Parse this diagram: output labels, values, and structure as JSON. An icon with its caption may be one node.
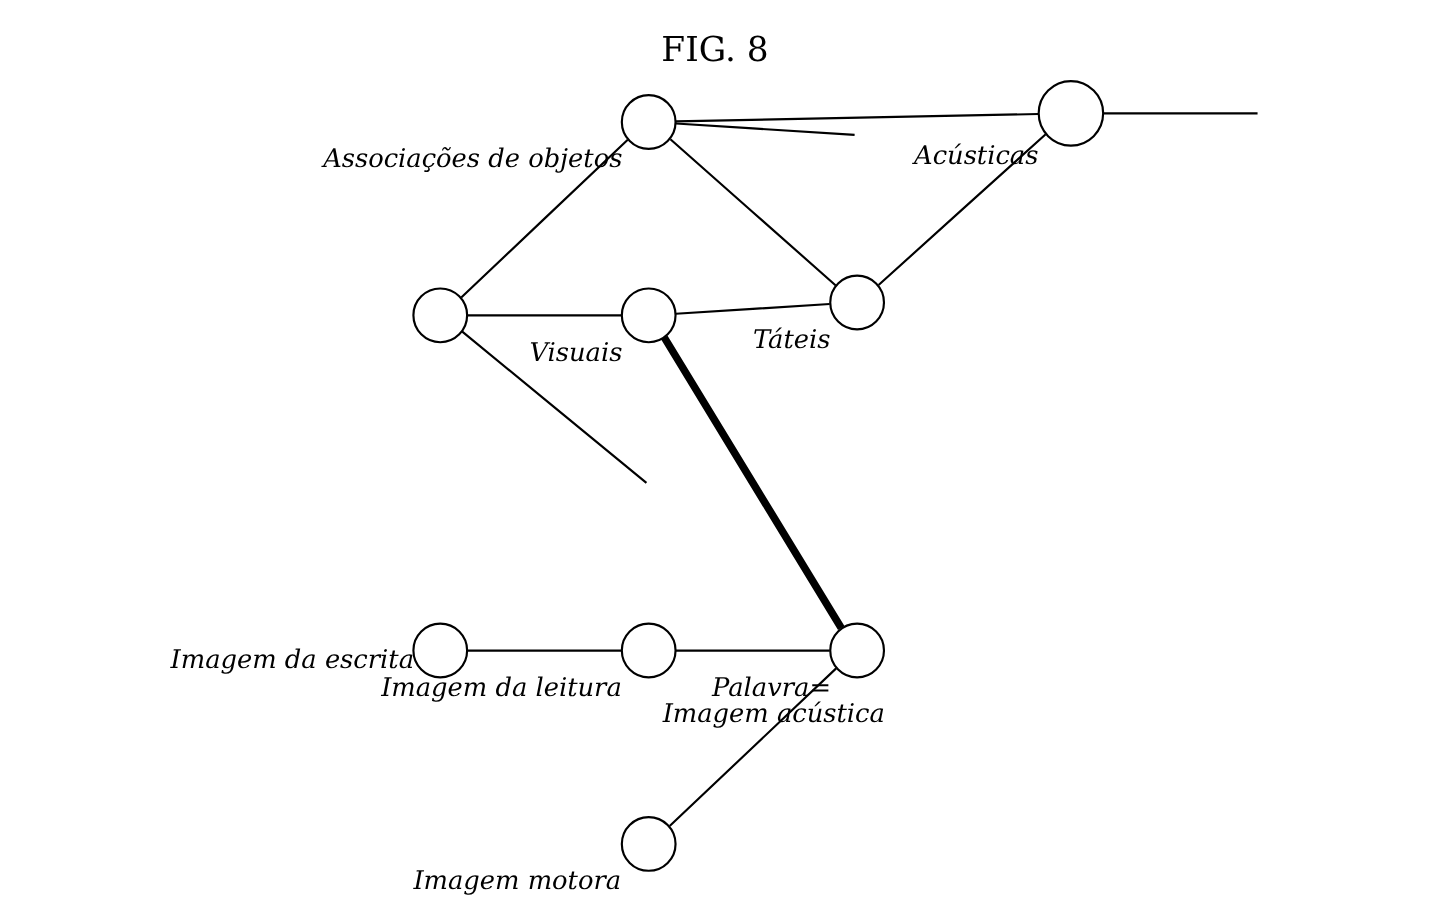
{
  "diagram": {
    "title": "FIG. 8",
    "nodes": [
      {
        "text": [],
        "shape": "circle"
      },
      {
        "text": [],
        "shape": "circle",
        "beside": [
          "Associações de objetos"
        ]
      },
      {
        "text": [],
        "shape": "circle",
        "beside": [
          "Acústicas"
        ]
      },
      {
        "text": [],
        "shape": "circle",
        "beside": [
          "Táteis"
        ]
      },
      {
        "text": [],
        "shape": "circle",
        "beside": [
          "Visuais"
        ]
      },
      {
        "text": [],
        "shape": "circle",
        "beside": [
          "Imagem da leitura"
        ]
      },
      {
        "text": [],
        "shape": "circle",
        "beside": [
          "Imagem da escrita"
        ]
      },
      {
        "text": [],
        "shape": "circle",
        "beside": [
          "Palavra=",
          "Imagem acústica"
        ]
      },
      {
        "text": [],
        "shape": "circle",
        "beside": [
          "Imagem motora"
        ]
      }
    ],
    "edges": [
      {
        "from": 0,
        "to": null,
        "arrow": "none"
      },
      {
        "from": 1,
        "to": null,
        "arrow": "none"
      },
      {
        "from": 0,
        "to": 1,
        "arrow": "none"
      },
      {
        "from": 1,
        "to": 3,
        "arrow": "none"
      },
      {
        "from": 1,
        "to": 2,
        "arrow": "none"
      },
      {
        "from": 2,
        "to": null,
        "arrow": "none"
      },
      {
        "from": 0,
        "to": 4,
        "arrow": "none"
      },
      {
        "from": 4,
        "to": 3,
        "arrow": "none"
      },
      {
        "from": 3,
        "to": 2,
        "arrow": "none"
      },
      {
        "from": 4,
        "to": 7,
        "arrow": "none",
        "style": "thick"
      },
      {
        "from": 6,
        "to": 5,
        "arrow": "none"
      },
      {
        "from": 5,
        "to": 7,
        "arrow": "none"
      },
      {
        "from": 8,
        "to": 7,
        "arrow": "none"
      }
    ]
  }
}
